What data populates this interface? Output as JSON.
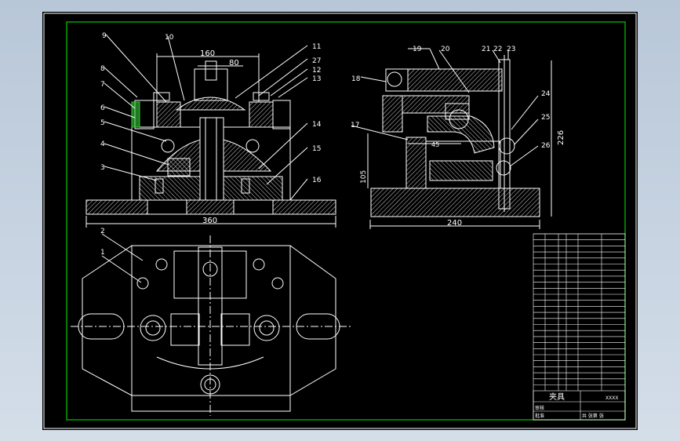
{
  "drawing": {
    "colors": {
      "frame": "#00cc00",
      "lines": "#ffffff",
      "hatch": "#cfcfcf",
      "dim": "#ffffff",
      "highlight": "#36c836",
      "background": "#000000",
      "workspace": "#c5d2e0"
    },
    "front_view": {
      "dims": {
        "top_width": "160",
        "mid_width": "80",
        "base_width": "360"
      },
      "labels": [
        "1",
        "2",
        "3",
        "4",
        "5",
        "6",
        "7",
        "8",
        "9",
        "10",
        "11",
        "12",
        "13",
        "14",
        "15",
        "16",
        "27"
      ]
    },
    "side_view": {
      "dims": {
        "base_width": "240",
        "height": "226",
        "left_height": "105",
        "slot": "45"
      },
      "labels": [
        "17",
        "18",
        "19",
        "20",
        "21",
        "22",
        "23",
        "24",
        "25",
        "26"
      ]
    },
    "title_block": {
      "title": "夹具",
      "bottom_left_a": "审核",
      "bottom_left_b": "批准",
      "bottom_mid": "共 张第 张",
      "ref": "XXXX"
    }
  }
}
